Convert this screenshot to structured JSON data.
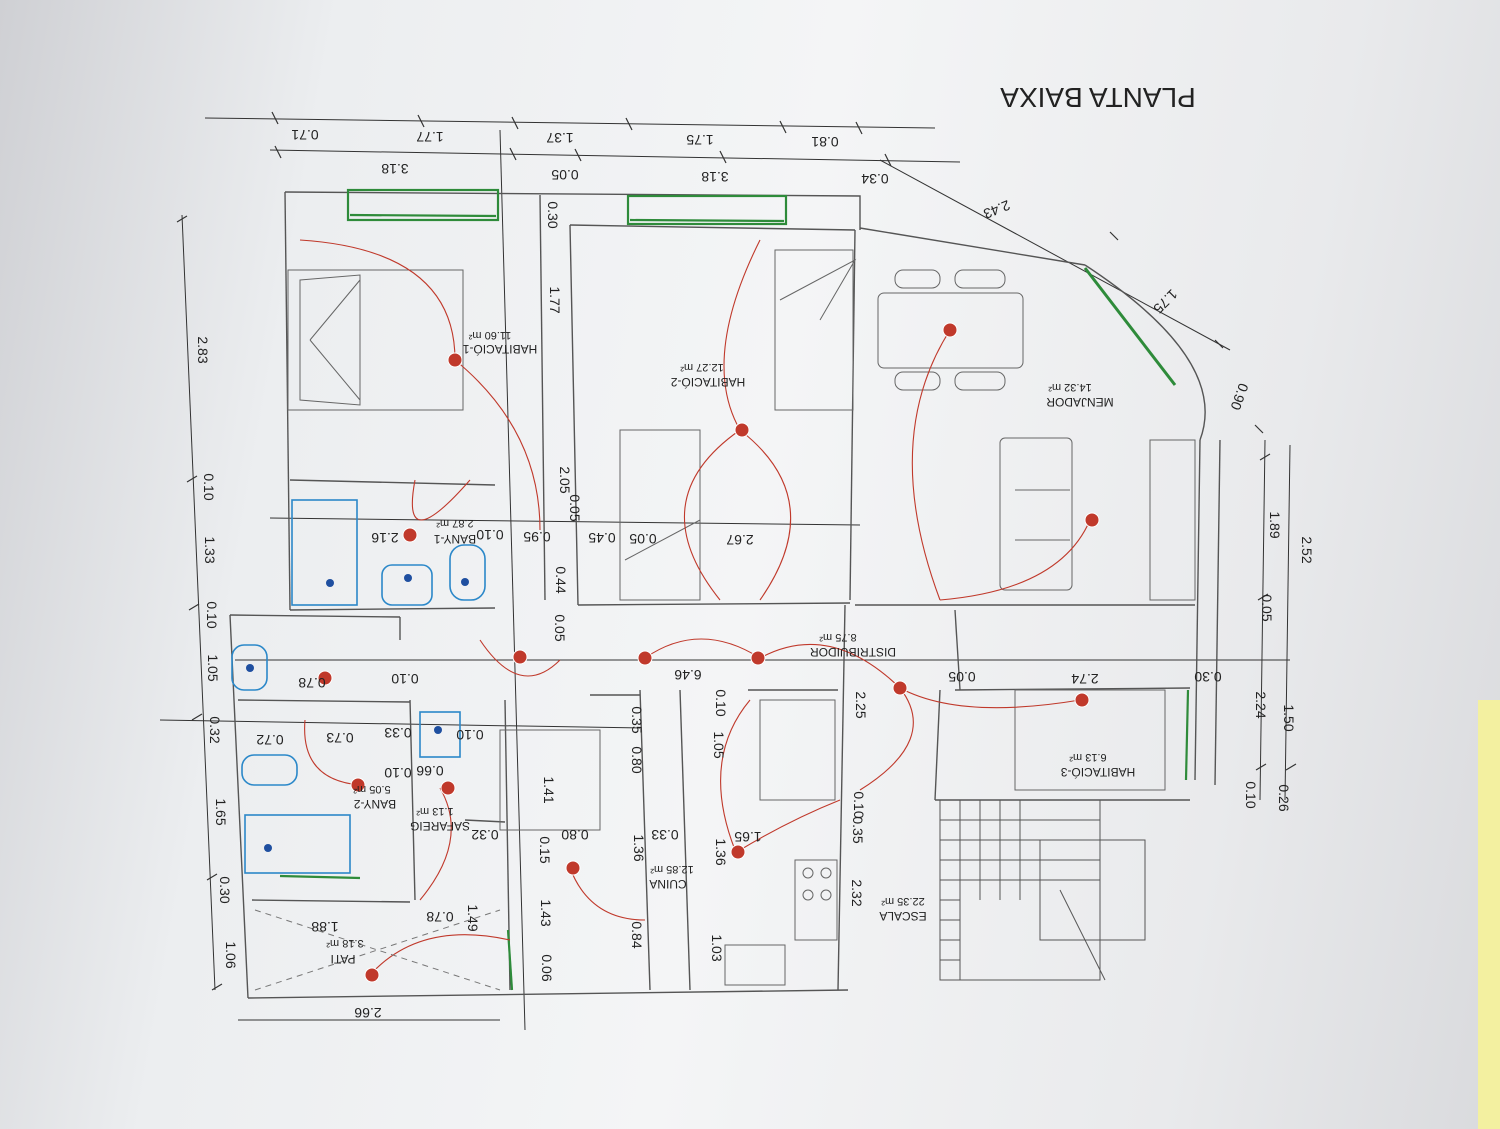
{
  "sheet_title": "PLANTA BAIXA",
  "colors": {
    "walls": "#555555",
    "electric": "#c0392b",
    "window": "#2e8b3a",
    "plumbing": "#2b88c9",
    "dimension": "#333333"
  },
  "rooms": {
    "hab1": {
      "name": "HABITACIÓ-1",
      "area": "11.60 m²"
    },
    "hab2": {
      "name": "HABITACIÓ-2",
      "area": "12.27 m²"
    },
    "menjador": {
      "name": "MENJADOR",
      "area": "14.32 m²"
    },
    "bany1": {
      "name": "BANY-1",
      "area": "2.87 m²"
    },
    "distribuidor": {
      "name": "DISTRIBUIDOR",
      "area": "8.75 m²"
    },
    "hab3": {
      "name": "HABITACIÓ-3",
      "area": "6.13 m²"
    },
    "bany2": {
      "name": "BANY-2",
      "area": "5.05 m²"
    },
    "safareig": {
      "name": "SAFAREIG",
      "area": "1.13 m²"
    },
    "cuina": {
      "name": "CUINA",
      "area": "12.85 m²"
    },
    "escala": {
      "name": "ESCALA",
      "area": "22.35 m²"
    },
    "pati": {
      "name": "PATI",
      "area": "3.18 m²"
    }
  },
  "dimensions": {
    "top_row1": [
      "0.71",
      "1.77",
      "1.37",
      "1.75",
      "0.81"
    ],
    "top_row2": [
      "3.18",
      "0.05",
      "3.18",
      "0.34"
    ],
    "diag": [
      "2.43",
      "1.75",
      "0.90"
    ],
    "left_col": [
      "2.83",
      "0.10",
      "1.33",
      "0.10",
      "1.05",
      "0.32",
      "1.65",
      "0.30",
      "1.06"
    ],
    "right_col_a": [
      "1.89",
      "0.05",
      "2.24",
      "0.10"
    ],
    "right_col_b": [
      "2.52",
      "1.50",
      "0.26"
    ],
    "row_bany1": [
      "2.16",
      "0.10",
      "0.95",
      "0.45",
      "0.05",
      "2.67"
    ],
    "row_distrib": [
      "0.78",
      "0.10",
      "6.46",
      "0.05",
      "2.74",
      "0.30"
    ],
    "row_lower": [
      "0.72",
      "0.73",
      "0.33",
      "0.10",
      "0.66",
      "0.10"
    ],
    "vert_misc": [
      "0.30",
      "1.77",
      "2.05",
      "0.05",
      "0.44",
      "0.05",
      "0.35",
      "0.80",
      "1.41",
      "1.05",
      "0.10",
      "2.25",
      "0.10",
      "1.36",
      "1.36",
      "0.35",
      "2.32",
      "1.43",
      "1.49",
      "0.84",
      "1.03",
      "0.15",
      "0.06"
    ],
    "horiz_misc": [
      "0.33",
      "1.65",
      "0.32",
      "0.80",
      "0.78",
      "1.88",
      "2.66"
    ]
  }
}
